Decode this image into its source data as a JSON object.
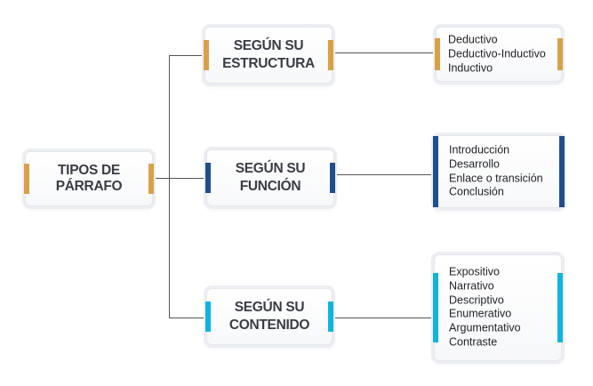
{
  "colors": {
    "orange": "#d9a04a",
    "navy": "#1f4e8c",
    "cyan": "#10b4e0",
    "line": "#555555"
  },
  "root": {
    "label": "TIPOS DE PÁRRAFO"
  },
  "branches": [
    {
      "line1": "SEGÚN SU",
      "line2": "ESTRUCTURA",
      "items": [
        "Deductivo",
        "Deductivo-Inductivo",
        "Inductivo"
      ]
    },
    {
      "line1": "SEGÚN SU",
      "line2": "FUNCIÓN",
      "items": [
        "Introducción",
        "Desarrollo",
        "Enlace o transición",
        "Conclusión"
      ]
    },
    {
      "line1": "SEGÚN SU",
      "line2": "CONTENIDO",
      "items": [
        "Expositivo",
        "Narrativo",
        "Descriptivo",
        "Enumerativo",
        "Argumentativo",
        "Contraste"
      ]
    }
  ]
}
